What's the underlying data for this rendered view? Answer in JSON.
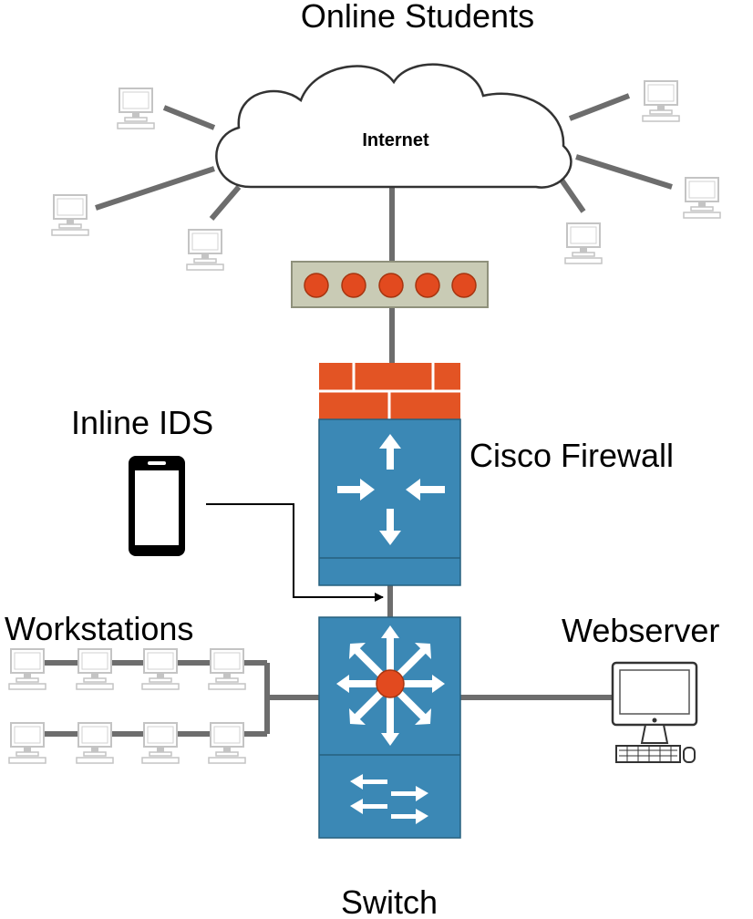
{
  "labels": {
    "online_students": "Online Students",
    "internet": "Internet",
    "inline_ids": "Inline IDS",
    "cisco_firewall": "Cisco Firewall",
    "workstations": "Workstations",
    "webserver": "Webserver",
    "switch": "Switch"
  },
  "colors": {
    "line": "#6d6d6d",
    "device_blue": "#3b88b5",
    "brick_orange": "#e35424",
    "hub_body": "#c9cbb5",
    "hub_led": "#e24a1f",
    "pc_gray": "#c4c4c4"
  },
  "icons": {
    "cloud": "cloud-icon",
    "hub": "hub-icon",
    "firewall": "firewall-icon",
    "router": "router-icon",
    "switch": "switch-icon",
    "ids": "phone-icon",
    "computer": "computer-icon",
    "webserver": "desktop-computer-icon"
  }
}
